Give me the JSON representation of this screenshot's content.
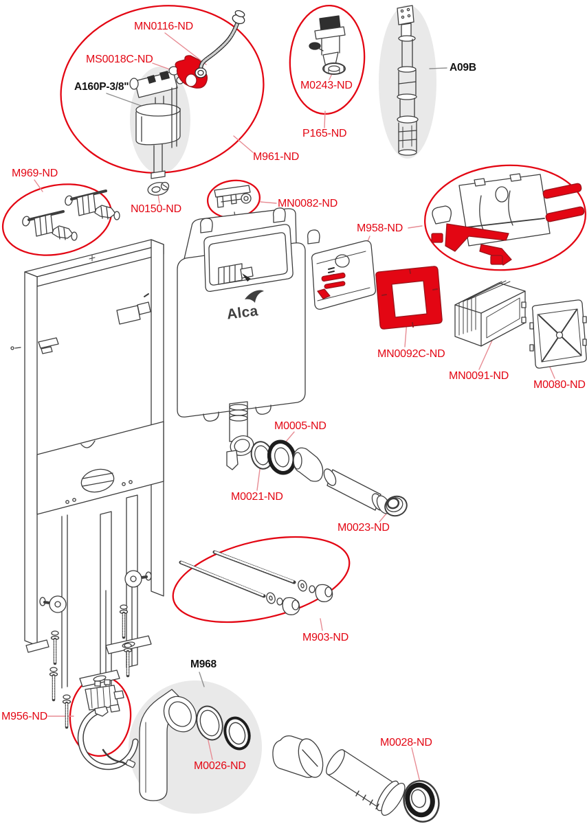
{
  "brand": {
    "logo_text": "Alca"
  },
  "colors": {
    "accent_red": "#e30613",
    "label_black": "#121212",
    "line_art": "#3d3d3d",
    "leader_red": "#e78b93",
    "leader_grey": "#8f8f8f",
    "shade_grey": "#e9e9e9"
  },
  "labels": {
    "mn0116": "MN0116-ND",
    "ms0018c": "MS0018C-ND",
    "a160p": "A160P-3/8\"",
    "m961": "M961-ND",
    "m0243": "M0243-ND",
    "p165": "P165-ND",
    "a09b": "A09B",
    "m969": "M969-ND",
    "n0150": "N0150-ND",
    "mn0082": "MN0082-ND",
    "m958": "M958-ND",
    "mn0092c": "MN0092C-ND",
    "mn0091": "MN0091-ND",
    "m0080": "M0080-ND",
    "m0005": "M0005-ND",
    "m0021": "M0021-ND",
    "m0023": "M0023-ND",
    "m903": "M903-ND",
    "m956": "M956-ND",
    "m968": "M968",
    "m0026": "M0026-ND",
    "m0028": "M0028-ND"
  }
}
